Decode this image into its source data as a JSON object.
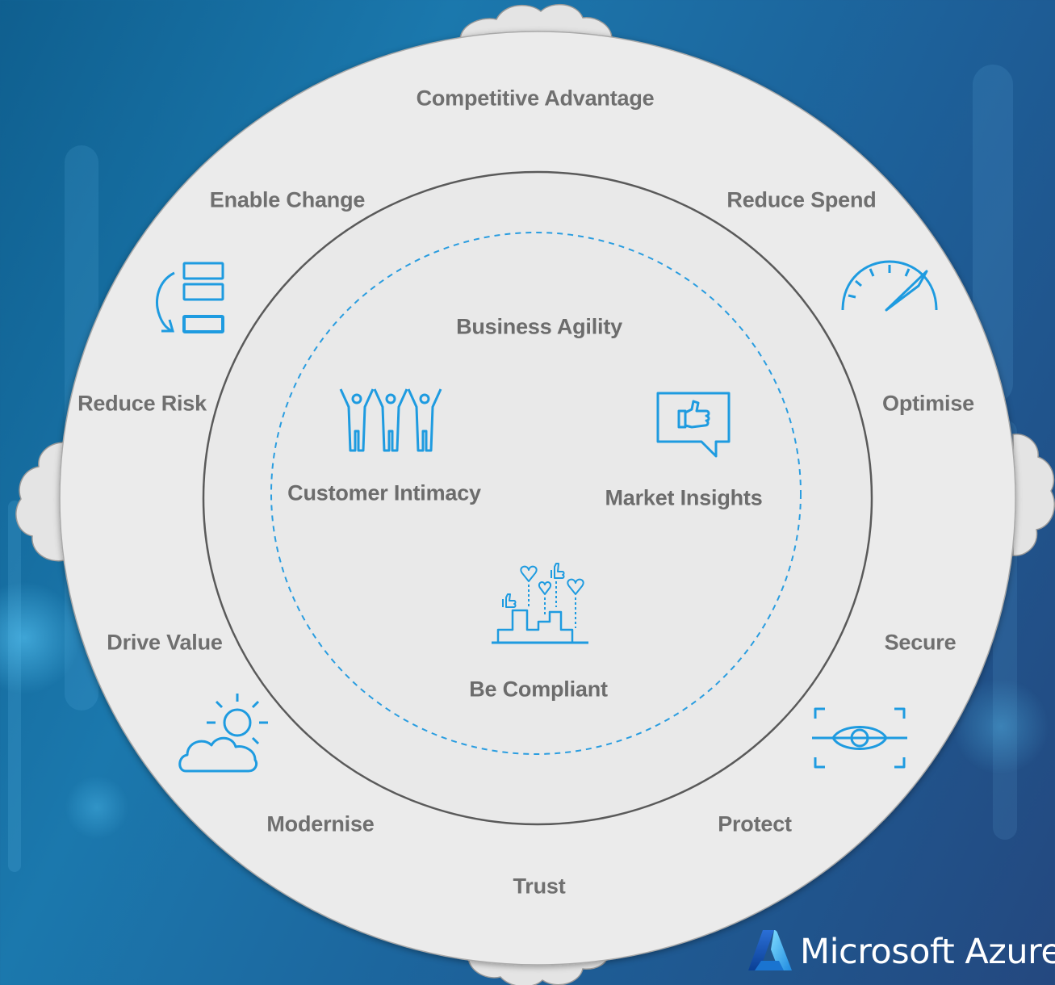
{
  "outer_ring": {
    "top": "Competitive Advantage",
    "upper_left": "Enable Change",
    "upper_right": "Reduce Spend",
    "left": "Reduce Risk",
    "right": "Optimise",
    "lower_left": "Drive Value",
    "lower_right": "Secure",
    "bottom_left": "Modernise",
    "bottom_right": "Protect",
    "bottom": "Trust"
  },
  "inner_circle": {
    "top": "Business Agility",
    "left": "Customer Intimacy",
    "right": "Market Insights",
    "bottom": "Be Compliant"
  },
  "brand": {
    "name": "Microsoft Azure",
    "logo": "azure-logo"
  },
  "icons": {
    "enable_change": "layers-refresh-icon",
    "reduce_spend": "speedometer-icon",
    "drive_value": "cloud-sun-icon",
    "secure": "eye-scan-icon",
    "customer_intimacy": "people-cheering-icon",
    "market_insights": "thumbs-up-chat-icon",
    "be_compliant": "likes-bar-icon"
  },
  "colors": {
    "background": "#1b6fa3",
    "ring_fill": "#ebebeb",
    "ring_stroke": "#5a5a5a",
    "label_text": "#6f6f6f",
    "icon_blue": "#1e9be0",
    "dashed_circle": "#2a9de0"
  }
}
